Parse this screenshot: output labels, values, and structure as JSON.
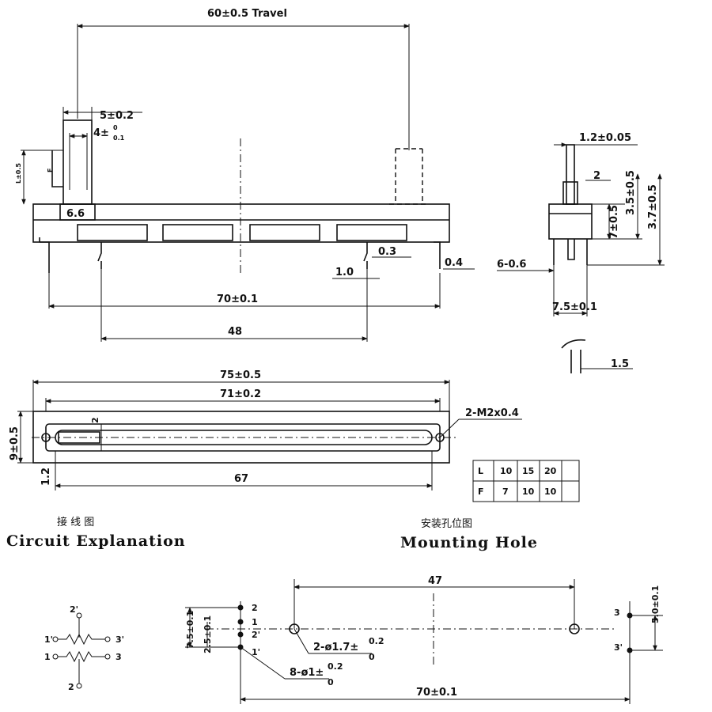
{
  "top_view": {
    "travel": "60±0.5  Travel",
    "lever_width": "5±0.2",
    "lever_inner": "4±",
    "lever_inner_tol_top": "0",
    "lever_inner_tol_bot": "0.1",
    "lever_height": "L±0.5",
    "lever_f": "F",
    "knob_width": "6.6",
    "pin_offset": "0.3",
    "pin_height": "1.0",
    "pin_thick": "0.4",
    "span_outer": "70±0.1",
    "span_inner": "48"
  },
  "side_view": {
    "shaft_width": "1.2±0.05",
    "shaft_step": "2",
    "height_a": "7±0.5",
    "height_b": "3.5±0.5",
    "height_c": "3.7±0.5",
    "pins": "6-0.6",
    "pin_span": "7.5±0.1",
    "bend": "1.5"
  },
  "bottom_view": {
    "length_outer": "75±0.5",
    "length_inner": "71±0.2",
    "screw": "2-M2x0.4",
    "width": "9±0.5",
    "edge": "1.2",
    "slot": "67",
    "lever_mark": "2"
  },
  "lf_table": {
    "rows": [
      [
        "L",
        "10",
        "15",
        "20"
      ],
      [
        "F",
        "7",
        "10",
        "10"
      ]
    ]
  },
  "circuit": {
    "title_cn": "接 线 图",
    "title_en": "Circuit Explanation",
    "pin_top": "2'",
    "pin_left_top": "1'",
    "pin_right_top": "3'",
    "pin_left_bottom": "1",
    "pin_right_bottom": "3",
    "pin_bottom": "2"
  },
  "mounting": {
    "title_cn": "安装孔位图",
    "title_en": "Mounting Hole",
    "hole_span": "47",
    "left_height": "7.5±0.1",
    "left_pitch": "2.5±0.1",
    "left_labels": [
      "2",
      "1",
      "2'",
      "1'"
    ],
    "holes_small": "2-ø1.7±",
    "holes_small_tol_top": "0.2",
    "holes_small_tol_bot": "0",
    "holes_pins": "8-ø1±",
    "holes_pins_tol_top": "0.2",
    "holes_pins_tol_bot": "0",
    "right_labels": [
      "3",
      "3'"
    ],
    "right_height": "5.0±0.1",
    "total_span": "70±0.1"
  }
}
